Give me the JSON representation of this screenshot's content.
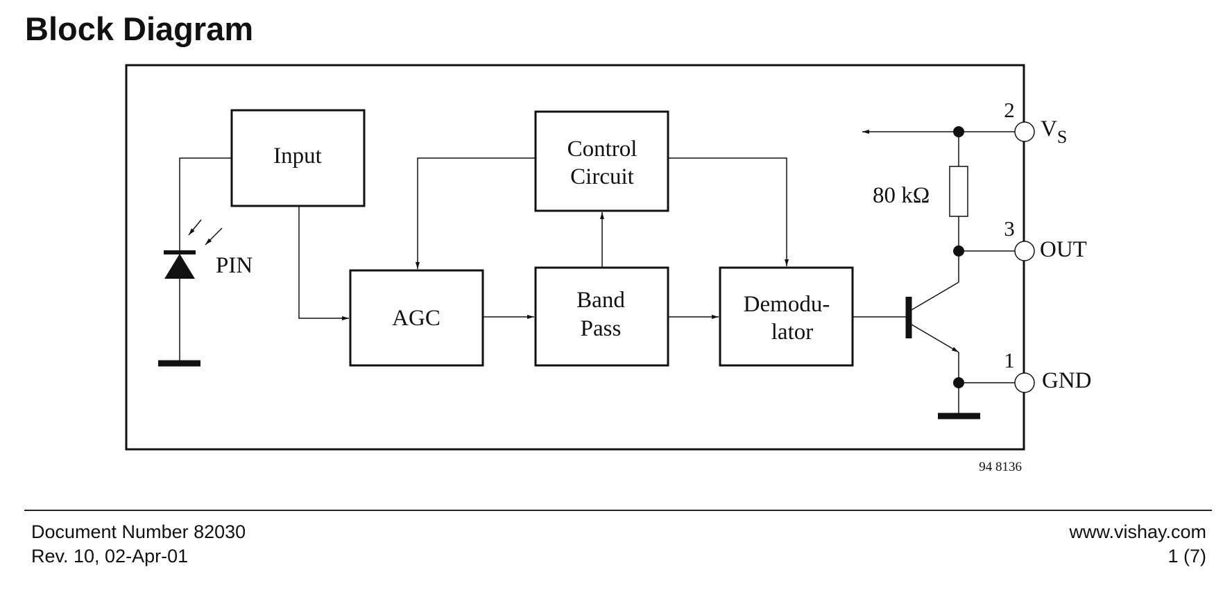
{
  "heading": "Block Diagram",
  "blocks": {
    "input": "Input",
    "agc": "AGC",
    "control_line1": "Control",
    "control_line2": "Circuit",
    "bandpass_line1": "Band",
    "bandpass_line2": "Pass",
    "demod_line1": "Demodu-",
    "demod_line2": "lator"
  },
  "labels": {
    "pin": "PIN",
    "resistor": "80 kΩ",
    "figure_id": "94 8136"
  },
  "pins": [
    {
      "number": "2",
      "name": "V",
      "sub": "S"
    },
    {
      "number": "3",
      "name": "OUT"
    },
    {
      "number": "1",
      "name": "GND"
    }
  ],
  "footer": {
    "doc_number": "Document Number 82030",
    "revision": "Rev. 10, 02-Apr-01",
    "website": "www.vishay.com",
    "page": "1 (7)"
  }
}
